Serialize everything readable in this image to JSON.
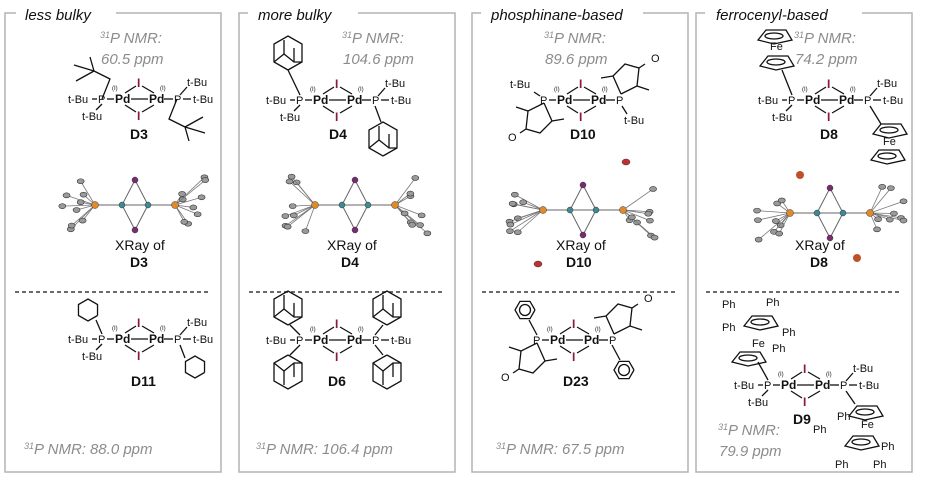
{
  "core": {
    "pd": "Pd",
    "p": "P",
    "i": "I",
    "ox": "(I)",
    "tbu": "t-Bu",
    "fe": "Fe",
    "o": "O",
    "ph": "Ph"
  },
  "panels": [
    {
      "title": "less bulky",
      "nmr_iso": "31",
      "nmr_text": "P NMR:",
      "nmr_value": "60.5 ppm",
      "top_compound": "D3",
      "xray_label": "XRay of",
      "xray_compound": "D3",
      "bottom_compound": "D11",
      "bottom_nmr_value": "88.0 ppm"
    },
    {
      "title": "more bulky",
      "nmr_iso": "31",
      "nmr_text": "P NMR:",
      "nmr_value": "104.6 ppm",
      "top_compound": "D4",
      "xray_label": "XRay of",
      "xray_compound": "D4",
      "bottom_compound": "D6",
      "bottom_nmr_value": "106.4 ppm"
    },
    {
      "title": "phosphinane-based",
      "nmr_iso": "31",
      "nmr_text": "P NMR:",
      "nmr_value": "89.6 ppm",
      "top_compound": "D10",
      "xray_label": "XRay of",
      "xray_compound": "D10",
      "bottom_compound": "D23",
      "bottom_nmr_value": "67.5 ppm"
    },
    {
      "title": "ferrocenyl-based",
      "nmr_iso": "31",
      "nmr_text": "P NMR:",
      "nmr_value": "74.2 ppm",
      "top_compound": "D8",
      "xray_label": "XRay of",
      "xray_compound": "D8",
      "bottom_compound": "D9",
      "bottom_nmr_value": "79.9 ppm"
    }
  ],
  "colors": {
    "border": "#b4b4b4",
    "nmr": "#8c8c8c",
    "iodine": "#8b1a3a",
    "phosphorus": "#e08a2c",
    "palladium": "#3c8a96"
  }
}
